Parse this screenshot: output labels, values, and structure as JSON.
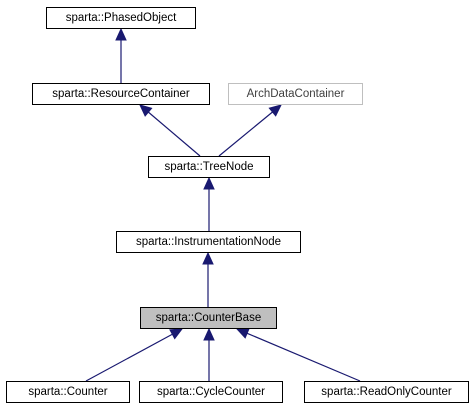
{
  "diagram": {
    "edge_color": "#191970",
    "nodes": {
      "phased_object": "sparta::PhasedObject",
      "resource_container": "sparta::ResourceContainer",
      "arch_data_container": "ArchDataContainer",
      "tree_node": "sparta::TreeNode",
      "instrumentation_node": "sparta::InstrumentationNode",
      "counter_base": "sparta::CounterBase",
      "counter": "sparta::Counter",
      "cycle_counter": "sparta::CycleCounter",
      "read_only_counter": "sparta::ReadOnlyCounter"
    },
    "edges": [
      {
        "from": "resource_container",
        "to": "phased_object"
      },
      {
        "from": "tree_node",
        "to": "resource_container"
      },
      {
        "from": "tree_node",
        "to": "arch_data_container"
      },
      {
        "from": "instrumentation_node",
        "to": "tree_node"
      },
      {
        "from": "counter_base",
        "to": "instrumentation_node"
      },
      {
        "from": "counter",
        "to": "counter_base"
      },
      {
        "from": "cycle_counter",
        "to": "counter_base"
      },
      {
        "from": "read_only_counter",
        "to": "counter_base"
      }
    ]
  }
}
